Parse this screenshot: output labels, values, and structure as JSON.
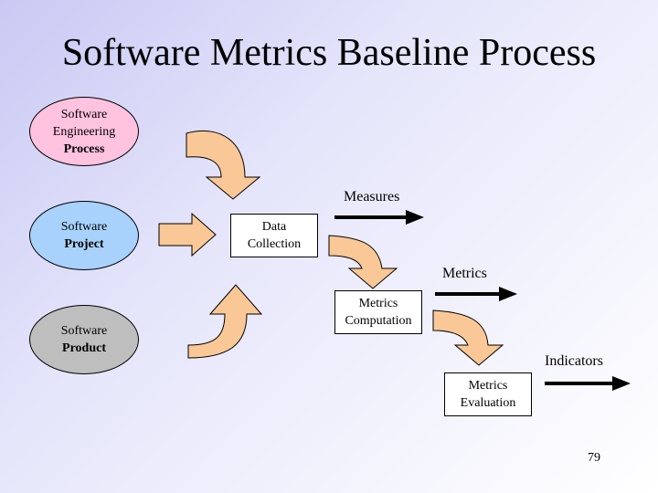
{
  "title": "Software Metrics Baseline Process",
  "inputs": {
    "process": {
      "line1": "Software",
      "line2": "Engineering",
      "line3": "Process"
    },
    "project": {
      "line1": "Software",
      "line2": "Project"
    },
    "product": {
      "line1": "Software",
      "line2": "Product"
    }
  },
  "steps": {
    "data_collection": {
      "line1": "Data",
      "line2": "Collection"
    },
    "metrics_computation": {
      "line1": "Metrics",
      "line2": "Computation"
    },
    "metrics_evaluation": {
      "line1": "Metrics",
      "line2": "Evaluation"
    }
  },
  "outputs": {
    "measures": "Measures",
    "metrics": "Metrics",
    "indicators": "Indicators"
  },
  "page_number": "79",
  "colors": {
    "process_fill": "#ffc2df",
    "project_fill": "#a8d2fb",
    "product_fill": "#bebebe",
    "arrow_fill": "#f9c896"
  }
}
